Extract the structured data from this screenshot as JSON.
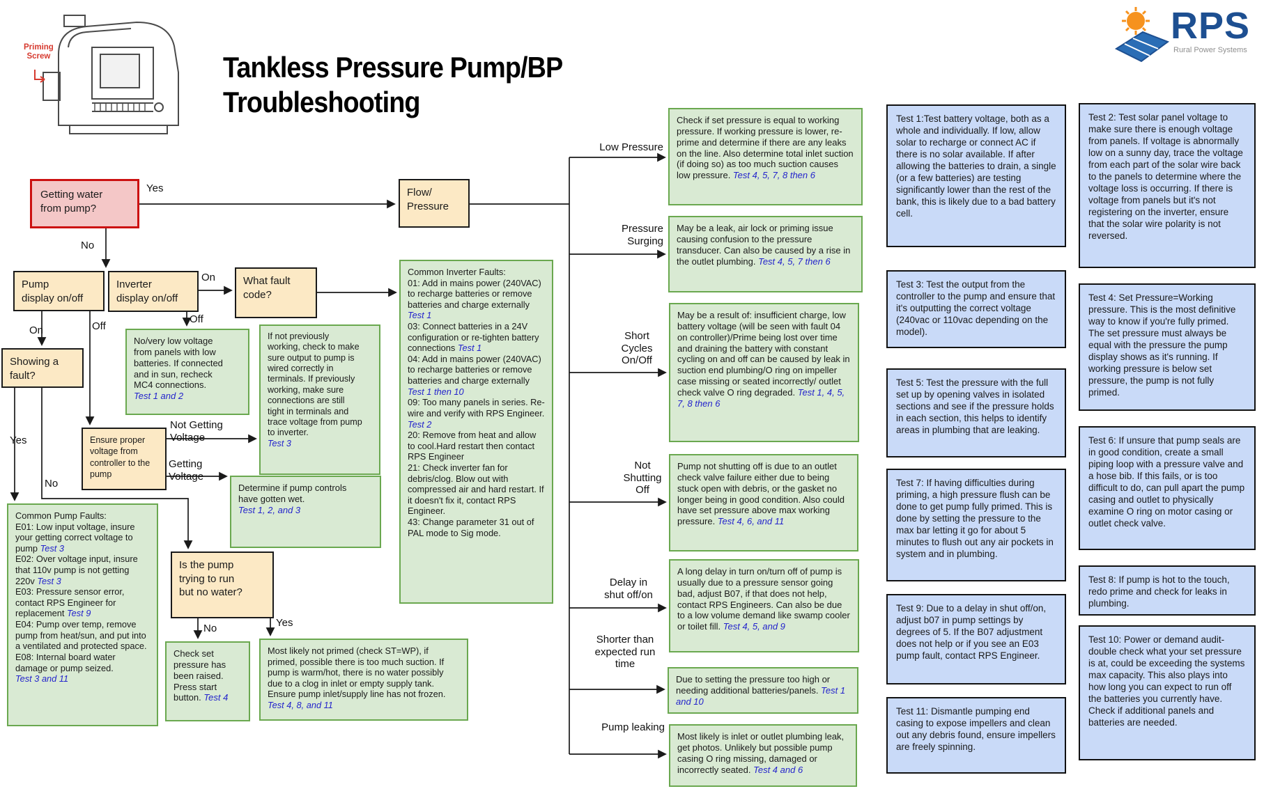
{
  "title": "Tankless Pressure Pump/BP\nTroubleshooting",
  "logo": {
    "brand": "RPS",
    "tagline": "Rural Power Systems"
  },
  "pump_figure": {
    "callout": "Priming\nScrew"
  },
  "flowchart": {
    "labels": {
      "yes_water": "Yes",
      "no_water": "No",
      "on_inverter": "On",
      "off_inverter": "Off",
      "on_pump": "On",
      "off_pump": "Off",
      "yes_fault": "Yes",
      "no_fault": "No",
      "not_getting": "Not Getting\nVoltage",
      "getting": "Getting\nVoltage",
      "no_trying": "No",
      "yes_trying": "Yes",
      "low_pressure": "Low Pressure",
      "pressure_surging": "Pressure\nSurging",
      "short_cycles": "Short\nCycles\nOn/Off",
      "not_shutting": "Not\nShutting\nOff",
      "delay": "Delay in\nshut off/on",
      "shorter": "Shorter than\nexpected run\ntime",
      "pump_leaking": "Pump leaking"
    },
    "nodes": {
      "getting_water": {
        "parts": [
          {
            "t": "Getting water\nfrom pump?"
          }
        ]
      },
      "pump_display": {
        "parts": [
          {
            "t": "Pump\ndisplay on/off"
          }
        ]
      },
      "inverter_display": {
        "parts": [
          {
            "t": "Inverter\ndisplay on/off"
          }
        ]
      },
      "what_fault": {
        "parts": [
          {
            "t": "What fault\ncode?"
          }
        ]
      },
      "showing_fault": {
        "parts": [
          {
            "t": "Showing a\nfault?"
          }
        ]
      },
      "ensure_voltage": {
        "parts": [
          {
            "t": "Ensure proper\nvoltage from\ncontroller to the\npump"
          }
        ]
      },
      "pump_trying": {
        "parts": [
          {
            "t": "Is the pump\ntrying to run\nbut no water?"
          }
        ]
      },
      "flow_pressure": {
        "parts": [
          {
            "t": "Flow/\nPressure"
          }
        ]
      },
      "no_low_voltage": {
        "parts": [
          {
            "t": "No/very low voltage\nfrom panels with low\nbatteries. If connected\nand in sun, recheck\nMC4 connections.\n"
          },
          {
            "t": "Test 1 and 2",
            "ref": true
          }
        ]
      },
      "if_not_previously": {
        "parts": [
          {
            "t": "If not previously\nworking, check to make\nsure output to pump is\nwired correctly in\nterminals. If previously\nworking, make sure\nconnections are still\ntight in terminals and\ntrace voltage from pump\nto inverter.\n"
          },
          {
            "t": "Test 3",
            "ref": true
          }
        ]
      },
      "common_inverter": {
        "parts": [
          {
            "t": "Common Inverter Faults:\n01: Add in mains power (240VAC) to recharge batteries or remove batteries and charge externally "
          },
          {
            "t": "Test 1",
            "ref": true
          },
          {
            "t": "\n03: Connect batteries in a 24V configuration or re-tighten battery connections "
          },
          {
            "t": "Test 1",
            "ref": true
          },
          {
            "t": "\n04: Add in mains power (240VAC) to recharge batteries or remove batteries and charge externally "
          },
          {
            "t": "Test 1 then 10",
            "ref": true
          },
          {
            "t": "\n09: Too many panels in series. Re-wire and verify with RPS Engineer. "
          },
          {
            "t": "Test 2",
            "ref": true
          },
          {
            "t": "\n20: Remove from heat and allow to cool.Hard restart then contact RPS Engineer\n21: Check inverter fan for debris/clog. Blow out with compressed air and hard restart. If it doesn't fix it, contact RPS Engineer.\n43: Change parameter 31 out of PAL mode to Sig mode."
          }
        ]
      },
      "determine_wet": {
        "parts": [
          {
            "t": "Determine if pump controls\nhave gotten wet.\n"
          },
          {
            "t": "Test 1, 2, and 3",
            "ref": true
          }
        ]
      },
      "common_pump": {
        "parts": [
          {
            "t": "Common Pump Faults:\nE01: Low input voltage, insure your getting correct voltage to pump "
          },
          {
            "t": "Test 3",
            "ref": true
          },
          {
            "t": "\nE02: Over voltage input, insure that 110v pump is not getting 220v "
          },
          {
            "t": "Test 3",
            "ref": true
          },
          {
            "t": "\nE03: Pressure sensor error, contact RPS Engineer for replacement "
          },
          {
            "t": "Test 9",
            "ref": true
          },
          {
            "t": "\nE04: Pump over temp, remove pump from heat/sun, and put into a ventilated and protected space.\nE08: Internal board water damage or pump seized.\n"
          },
          {
            "t": "Test 3 and 11",
            "ref": true
          }
        ]
      },
      "check_set_pressure": {
        "parts": [
          {
            "t": "Check set\npressure has\nbeen raised.\nPress start\nbutton. "
          },
          {
            "t": "Test 4",
            "ref": true
          }
        ]
      },
      "most_likely_not_primed": {
        "parts": [
          {
            "t": "Most likely not primed (check ST=WP), if primed, possible there is too much suction. If pump is warm/hot, there is no water possibly due to a clog in inlet or empty supply tank. Ensure pump inlet/supply line has not frozen. "
          },
          {
            "t": "Test 4, 8, and 11",
            "ref": true
          }
        ]
      },
      "low_pressure_info": {
        "parts": [
          {
            "t": "Check if set pressure is equal to working pressure. If working pressure is lower, re-prime and determine if there are any leaks on the line. Also determine total inlet suction (if doing so) as too much suction causes low pressure. "
          },
          {
            "t": "Test 4, 5, 7, 8 then 6",
            "ref": true
          }
        ]
      },
      "pressure_surging_info": {
        "parts": [
          {
            "t": "May be a leak, air lock or priming issue causing confusion to the pressure transducer. Can also be caused by a rise in the outlet plumbing. "
          },
          {
            "t": "Test 4, 5, 7 then 6",
            "ref": true
          }
        ]
      },
      "short_cycles_info": {
        "parts": [
          {
            "t": "May be a result of: insufficient charge, low battery voltage (will be seen with fault 04 on controller)/Prime being lost over time and draining the battery with constant cycling on and off can be caused by leak in suction end plumbing/O ring on impeller case missing or seated incorrectly/ outlet check valve O ring degraded. "
          },
          {
            "t": "Test 1, 4, 5, 7, 8 then 6",
            "ref": true
          }
        ]
      },
      "not_shutting_info": {
        "parts": [
          {
            "t": "Pump not shutting off is due to an outlet check valve failure either due to being stuck open with debris, or the gasket no longer being in good condition. Also could have set pressure above max working pressure. "
          },
          {
            "t": "Test 4, 6, and 11",
            "ref": true
          }
        ]
      },
      "delay_info": {
        "parts": [
          {
            "t": "A long delay in turn on/turn off of pump is usually due to a pressure sensor going bad, adjust B07, if that does not help, contact RPS Engineers. Can also be due to a low volume demand like swamp cooler or toilet fill. "
          },
          {
            "t": "Test 4, 5, and 9",
            "ref": true
          }
        ]
      },
      "shorter_info": {
        "parts": [
          {
            "t": "Due to setting the pressure too high or needing additional batteries/panels. "
          },
          {
            "t": "Test 1 and 10",
            "ref": true
          }
        ]
      },
      "leaking_info": {
        "parts": [
          {
            "t": "Most likely is inlet or outlet plumbing leak, get photos. Unlikely but possible pump casing O ring missing, damaged or incorrectly seated. "
          },
          {
            "t": "Test 4 and 6",
            "ref": true
          }
        ]
      },
      "test1": {
        "parts": [
          {
            "t": "Test 1:Test battery voltage, both as a whole and individually. If low, allow solar to recharge or connect AC if there is no solar available. If after allowing the batteries to drain, a single (or a few batteries) are testing significantly lower than the rest of the bank, this is likely due to a bad battery cell."
          }
        ]
      },
      "test2": {
        "parts": [
          {
            "t": "Test 2: Test solar panel voltage to make sure there is enough voltage from panels. If voltage is abnormally low on a sunny day, trace the voltage from each part of the solar wire back to the panels to determine where the voltage loss is occurring. If there is voltage from panels but it's not registering on the inverter, ensure that the solar wire polarity is not reversed."
          }
        ]
      },
      "test3": {
        "parts": [
          {
            "t": "Test 3: Test the output from the controller to the pump and ensure that it's outputting the correct voltage (240vac or 110vac depending on the model)."
          }
        ]
      },
      "test4": {
        "parts": [
          {
            "t": "Test 4: Set Pressure=Working pressure. This is the most definitive way to know if you're fully primed. The set pressure must always be equal with the pressure the pump display shows as it's running. If working pressure is below set pressure, the pump is not fully primed."
          }
        ]
      },
      "test5": {
        "parts": [
          {
            "t": "Test 5: Test the pressure with the full set up by opening valves in isolated sections and see if the pressure holds in each section, this helps to identify areas in plumbing that are leaking."
          }
        ]
      },
      "test6": {
        "parts": [
          {
            "t": "Test 6: If unsure that pump seals are in good condition, create a small piping loop with a pressure valve and a hose bib. If this fails, or is too difficult to do, can pull apart the pump casing and outlet to physically examine O ring on motor casing or outlet check valve."
          }
        ]
      },
      "test7": {
        "parts": [
          {
            "t": "Test 7: If having difficulties during priming, a high pressure flush can be done to get pump fully primed. This is done by setting the pressure to the max bar letting it go for about 5 minutes to flush out any air pockets in system and in plumbing."
          }
        ]
      },
      "test8": {
        "parts": [
          {
            "t": "Test 8: If pump is hot to the touch, redo prime and check for leaks in plumbing."
          }
        ]
      },
      "test9": {
        "parts": [
          {
            "t": "Test 9: Due to a delay in shut off/on, adjust b07 in pump settings by degrees of 5. If the B07 adjustment does not help or if you see an E03 pump fault, contact RPS Engineer."
          }
        ]
      },
      "test10": {
        "parts": [
          {
            "t": "Test 10: Power or demand audit- double check what your set pressure is at, could be exceeding the systems max capacity. This also plays into how long you can expect to run off the batteries you currently have. Check if additional panels and batteries are needed."
          }
        ]
      },
      "test11": {
        "parts": [
          {
            "t": "Test 11: Dismantle pumping end casing to expose impellers and clean out any debris found, ensure impellers are freely spinning."
          }
        ]
      }
    }
  }
}
